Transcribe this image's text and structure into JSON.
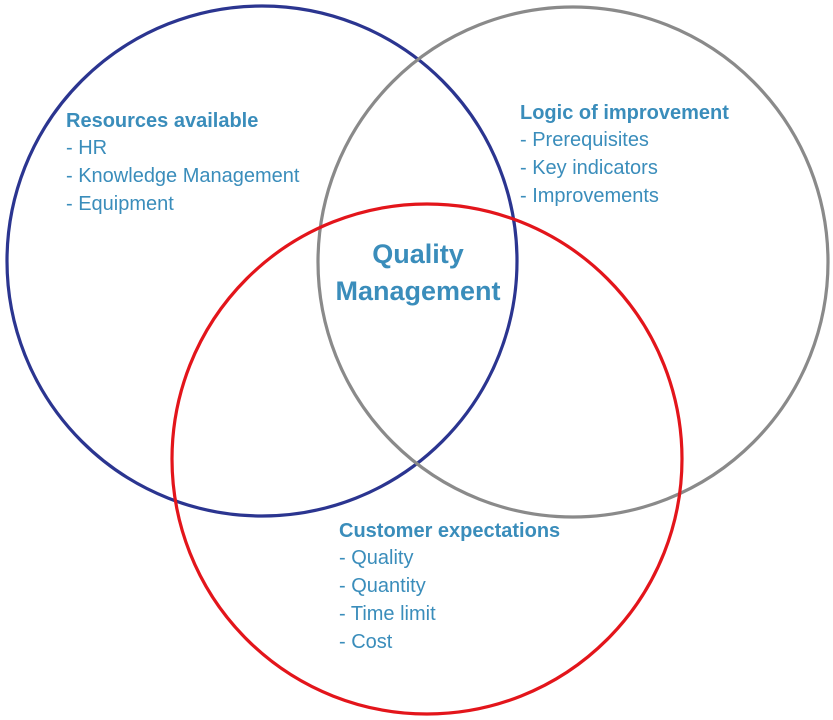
{
  "colors": {
    "text": "#3a8dbb",
    "resources_circle": "#2b3590",
    "logic_circle": "#8a8a8a",
    "customer_circle": "#e3151b"
  },
  "center": {
    "line1": "Quality",
    "line2": "Management"
  },
  "sets": {
    "resources": {
      "title": "Resources available",
      "items": [
        "- HR",
        "- Knowledge Management",
        "- Equipment"
      ]
    },
    "logic": {
      "title": "Logic of improvement",
      "items": [
        "- Prerequisites",
        "- Key indicators",
        "- Improvements"
      ]
    },
    "customer": {
      "title": "Customer expectations",
      "items": [
        "- Quality",
        "- Quantity",
        "- Time limit",
        "- Cost"
      ]
    }
  }
}
